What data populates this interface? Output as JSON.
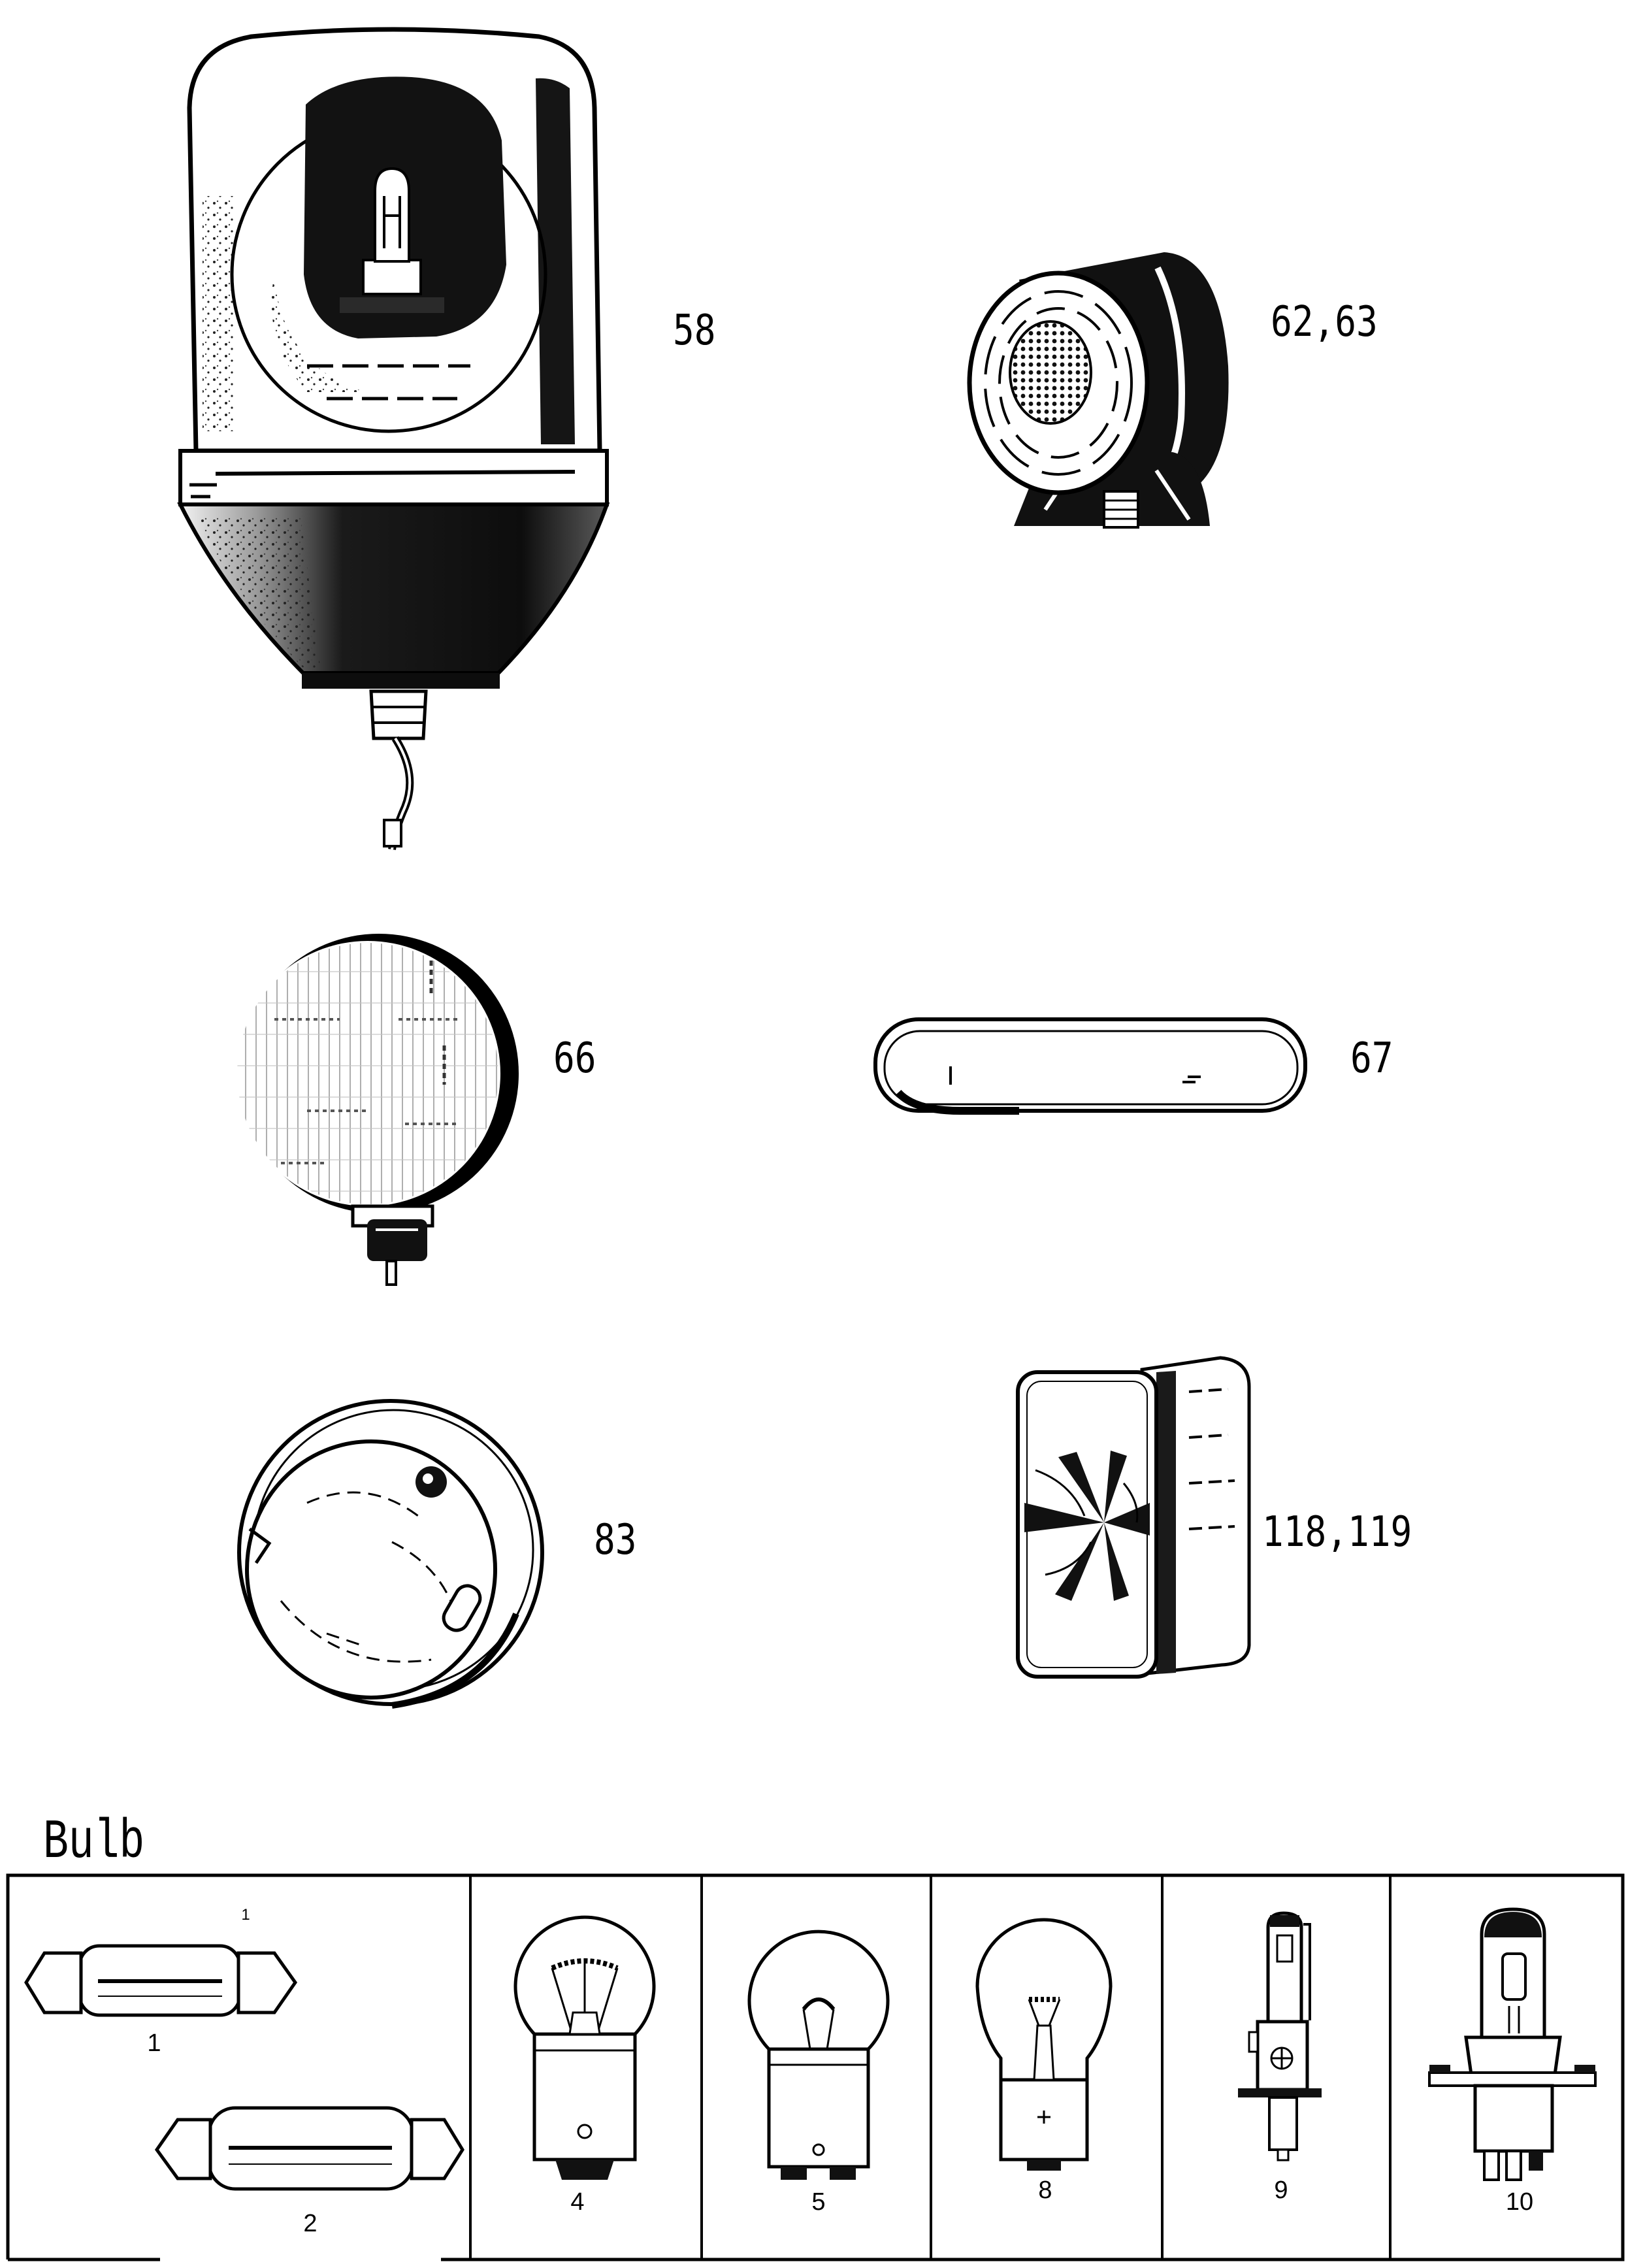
{
  "colors": {
    "ink": "#000000",
    "paper": "#ffffff"
  },
  "parts": {
    "beacon": {
      "label": "58",
      "illustration": "rotating-beacon"
    },
    "lamp_round_small": {
      "label": "62,63",
      "illustration": "round-lamp"
    },
    "lamp_work": {
      "label": "66",
      "illustration": "work-lamp"
    },
    "lamp_marker": {
      "label": "67",
      "illustration": "marker-lamp"
    },
    "lamp_round_large": {
      "label": "83",
      "illustration": "round-lamp-large"
    },
    "lamp_rect": {
      "label": "118,119",
      "illustration": "rectangular-lamp"
    }
  },
  "bulbs": {
    "title": "Bulb",
    "labels": {
      "festoon_short": "1",
      "festoon_short_mark": "1",
      "festoon_long": "2",
      "single_contact": "4",
      "double_contact": "5",
      "pear": "8",
      "h1": "9",
      "h4": "10"
    }
  }
}
